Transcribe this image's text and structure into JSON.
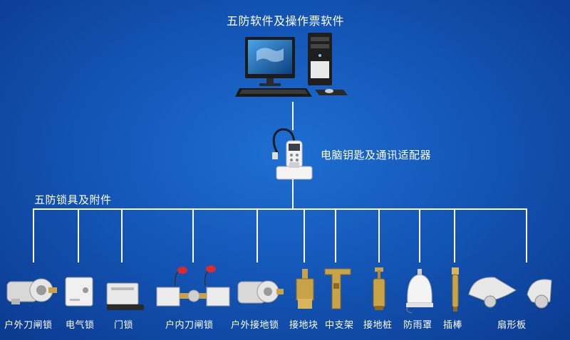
{
  "diagram": {
    "top_label": "五防软件及操作票软件",
    "middle_label": "电脑钥匙及通讯适配器",
    "section_label": "五防锁具及附件",
    "items": [
      {
        "label": "户外刀闸锁",
        "icon": "outdoor-knife-switch-lock-icon"
      },
      {
        "label": "电气锁",
        "icon": "electrical-lock-icon"
      },
      {
        "label": "门锁",
        "icon": "door-lock-icon"
      },
      {
        "label": "户内刀闸锁",
        "icon": "indoor-knife-switch-lock-icon"
      },
      {
        "label": "户外接地锁",
        "icon": "outdoor-grounding-lock-icon"
      },
      {
        "label": "接地块",
        "icon": "grounding-block-icon"
      },
      {
        "label": "中支架",
        "icon": "middle-bracket-icon"
      },
      {
        "label": "接地桩",
        "icon": "grounding-pile-icon"
      },
      {
        "label": "防雨罩",
        "icon": "rain-cover-icon"
      },
      {
        "label": "插棒",
        "icon": "insert-rod-icon"
      },
      {
        "label": "扇形板",
        "icon": "fan-plate-icon"
      }
    ],
    "colors": {
      "background": "#1457b8",
      "lines": "#ffffff"
    }
  }
}
